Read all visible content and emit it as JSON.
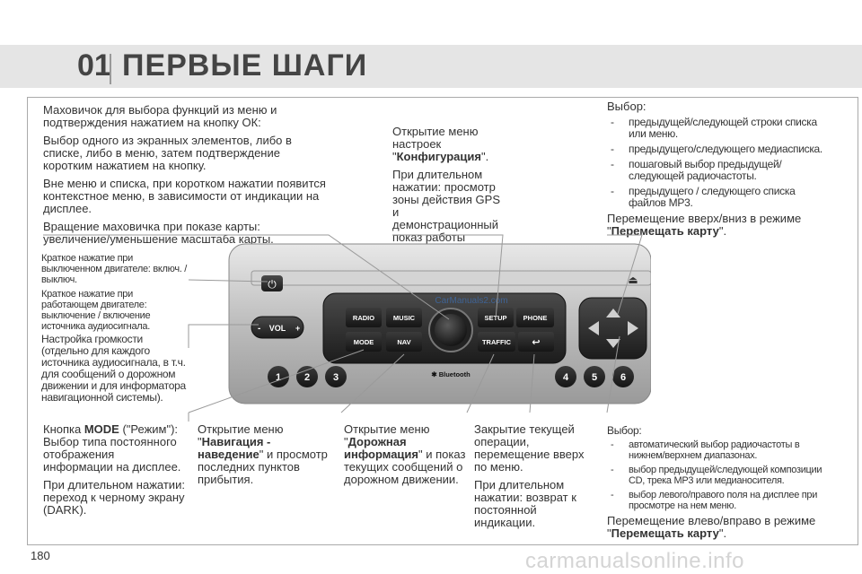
{
  "header": {
    "number": "01",
    "title": "ПЕРВЫЕ ШАГИ"
  },
  "page_number": "180",
  "watermark": "carmanualsonline.info",
  "panel_watermark": "CarManuals2.com",
  "texts": {
    "knob": [
      "Маховичок для выбора функций из меню и подтверждения нажатием на кнопку ОК:",
      "Выбор одного из экранных элементов, либо в списке, либо в меню, затем подтверждение коротким нажатием на кнопку.",
      "Вне меню и списка, при коротком нажатии появится контекстное меню, в зависимости от индикации на дисплее.",
      "Вращение маховичка при показе карты: увеличение/уменьшение масштаба карты."
    ],
    "setup_pre": "Открытие меню настроек",
    "setup_bold": "Конфигурация",
    "setup_post": ".",
    "setup_long": "При длительном нажатии: просмотр зоны действия GPS и демонстрационный показ работы навигатора.",
    "select_top_title": "Выбор:",
    "select_top_items": [
      "предыдущей/следующей строки списка или меню.",
      "предыдущего/следующего медиасписка.",
      "пошаговый выбор предыдущей/следующей радиочастоты.",
      "предыдущего / следующего списка файлов MP3."
    ],
    "move_top_pre": "Перемещение вверх/вниз в режиме",
    "move_top_bold": "Перемещать карту",
    "move_top_post": ".",
    "power_1": "Краткое нажатие при выключенном двигателе: включ. / выключ.",
    "power_2": "Краткое нажатие при работающем двигателе: выключение / включение источника аудиосигнала.",
    "volume": "Настройка громкости (отдельно для каждого источника аудиосигнала, в т.ч. для сообщений о дорожном движении и для информатора навигационной системы).",
    "mode_pre": "Кнопка ",
    "mode_bold": "MODE",
    "mode_post": " (\"Режим\"): Выбор типа постоянного отображения информации на дисплее.",
    "mode_long": "При длительном нажатии: переход к черному экрану (DARK).",
    "nav_pre": "Открытие меню",
    "nav_bold": "Навигация - наведение",
    "nav_post": " и просмотр последних пунктов прибытия.",
    "traffic_pre": "Открытие меню",
    "traffic_bold": "Дорожная информация",
    "traffic_post": " и показ текущих сообщений о дорожном движении.",
    "back_1": "Закрытие текущей операции, перемещение вверх по меню.",
    "back_2": "При длительном нажатии: возврат к постоянной индикации.",
    "select_bottom_title": "Выбор:",
    "select_bottom_items": [
      "автоматический выбор радиочастоты в нижнем/верхнем диапазонах.",
      "выбор предыдущей/следующей композиции CD, трека MP3 или медианосителя.",
      "выбор левого/правого поля на дисплее при просмотре на нем меню."
    ],
    "move_bottom_pre": "Перемещение влево/вправо в режиме",
    "move_bottom_bold": "Перемещать карту",
    "move_bottom_post": "."
  },
  "panel": {
    "buttons": {
      "radio": "RADIO",
      "music": "MUSIC",
      "setup": "SETUP",
      "phone": "PHONE",
      "mode": "MODE",
      "nav": "NAV",
      "traffic": "TRAFFIC",
      "vol": "VOL",
      "bluetooth": "Bluetooth"
    },
    "presets": [
      "1",
      "2",
      "3",
      "4",
      "5",
      "6"
    ]
  },
  "colors": {
    "header_bg": "#e5e5e5",
    "panel_dark": "#2a2a2a",
    "panel_silver": "#b9b9b9",
    "callout_line": "#9a9a9a"
  }
}
